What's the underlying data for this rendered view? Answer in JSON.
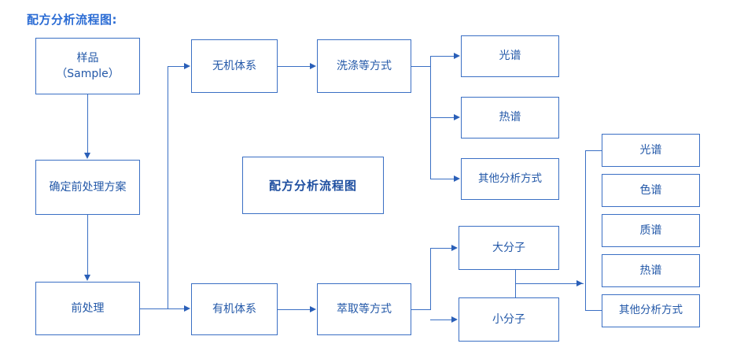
{
  "diagram": {
    "title": "配方分析流程图:",
    "watermark": "配方分析流程图",
    "accent_color": "#3a6fc4",
    "text_color": "#2358a8",
    "title_color": "#2b6cd4",
    "watermark_color": "#1f4fa0",
    "background": "#ffffff"
  },
  "nodes": {
    "sample": "样品\n（Sample）",
    "plan": "确定前处理方案",
    "pretreat": "前处理",
    "inorganic": "无机体系",
    "washing": "洗涤等方式",
    "organic": "有机体系",
    "extraction": "萃取等方式",
    "macromolecule": "大分子",
    "micromolecule": "小分子",
    "inorg_out_1": "光谱",
    "inorg_out_2": "热谱",
    "inorg_out_3": "其他分析方式",
    "org_out_1": "光谱",
    "org_out_2": "色谱",
    "org_out_3": "质谱",
    "org_out_4": "热谱",
    "org_out_5": "其他分析方式"
  }
}
